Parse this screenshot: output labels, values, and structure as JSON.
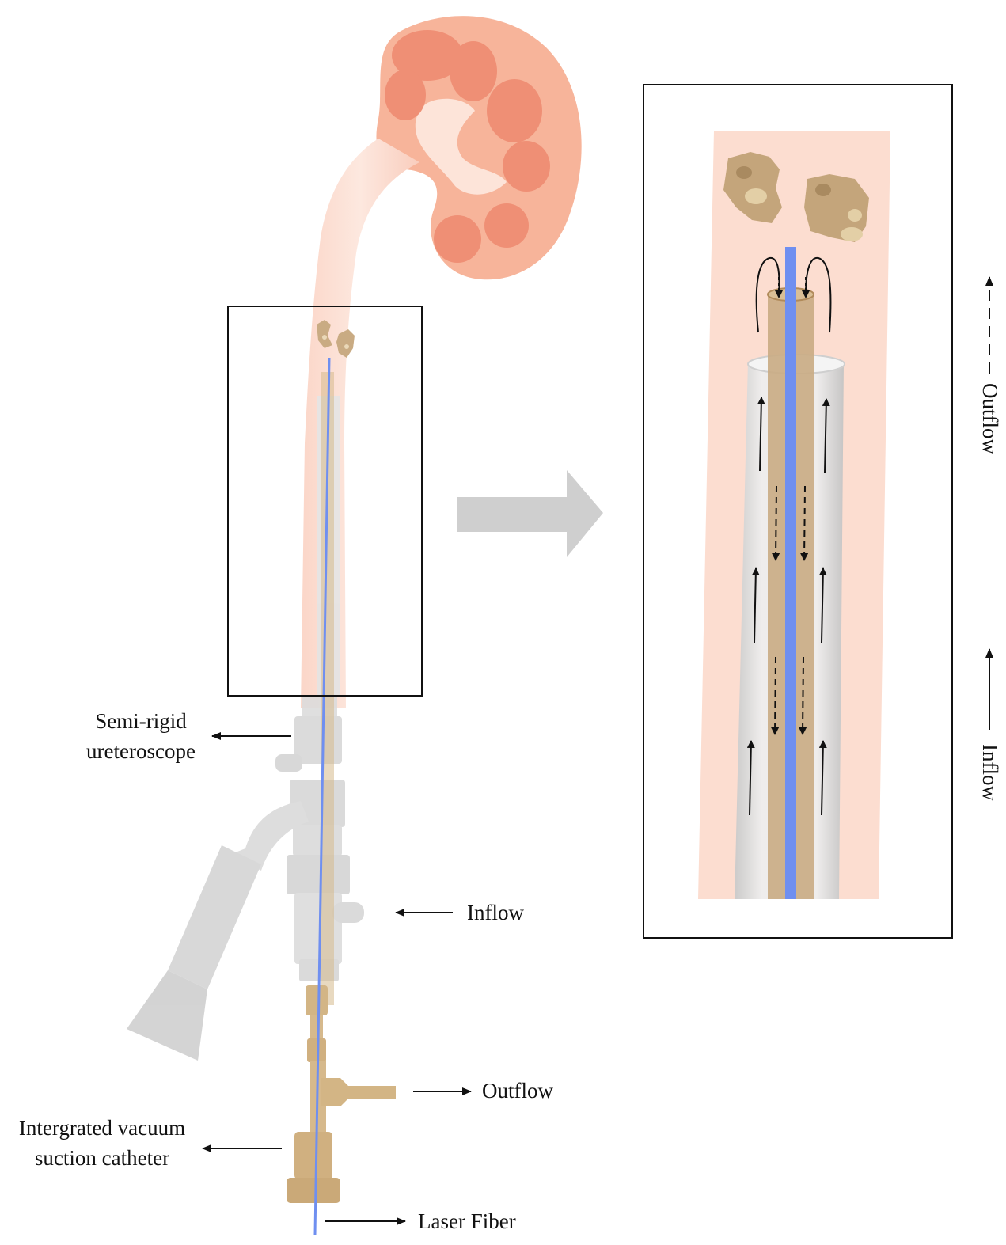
{
  "labels": {
    "semi_rigid_line1": "Semi-rigid",
    "semi_rigid_line2": "ureteroscope",
    "inflow": "Inflow",
    "outflow": "Outflow",
    "catheter_line1": "Intergrated vacuum",
    "catheter_line2": "suction catheter",
    "laser_fiber": "Laser Fiber",
    "inset_outflow": "Outflow",
    "inset_inflow": "Inflow"
  },
  "colors": {
    "kidney": "#f7b49a",
    "kidney_lobe": "#ef8f75",
    "ureter": "#fbd8cb",
    "scope_gray": "#d9d9d9",
    "catheter_tan": "#d6b98c",
    "laser_blue": "#6f8ff0",
    "arrow_gray": "#cfcfcf",
    "stone": "#c9ab83"
  },
  "icons": [
    "kidney-icon",
    "stone-icon",
    "big-right-arrow-icon"
  ]
}
